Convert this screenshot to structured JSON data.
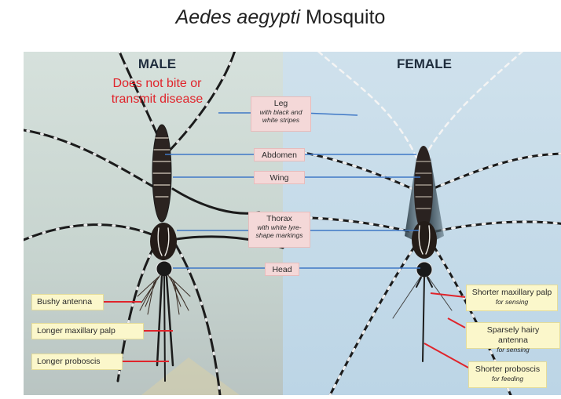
{
  "title": {
    "italic": "Aedes aegypti",
    "rest": " Mosquito"
  },
  "male": {
    "heading": "MALE",
    "warning_line1": "Does not bite or",
    "warning_line2": "transmit disease",
    "labels": [
      "Bushy antenna",
      "Longer maxillary palp",
      "Longer proboscis"
    ]
  },
  "female": {
    "heading": "FEMALE",
    "labels": [
      {
        "main": "Shorter maxillary palp",
        "sub": "for sensing"
      },
      {
        "main": "Sparsely hairy antenna",
        "sub": "for sensing"
      },
      {
        "main": "Shorter proboscis",
        "sub": "for feeding"
      }
    ]
  },
  "center_labels": {
    "leg": {
      "main": "Leg",
      "sub1": "with black and",
      "sub2": "white stripes"
    },
    "abdomen": "Abdomen",
    "wing": "Wing",
    "thorax": {
      "main": "Thorax",
      "sub1": "with white lyre-",
      "sub2": "shape markings"
    },
    "head": "Head"
  },
  "colors": {
    "male_bg": "#cfdcd8",
    "female_bg": "#c6dce9",
    "connector_blue": "#3f78c6",
    "connector_red": "#e0242b",
    "pink_box": "#f4d8d8",
    "yellow_box": "#fbf7cb"
  }
}
